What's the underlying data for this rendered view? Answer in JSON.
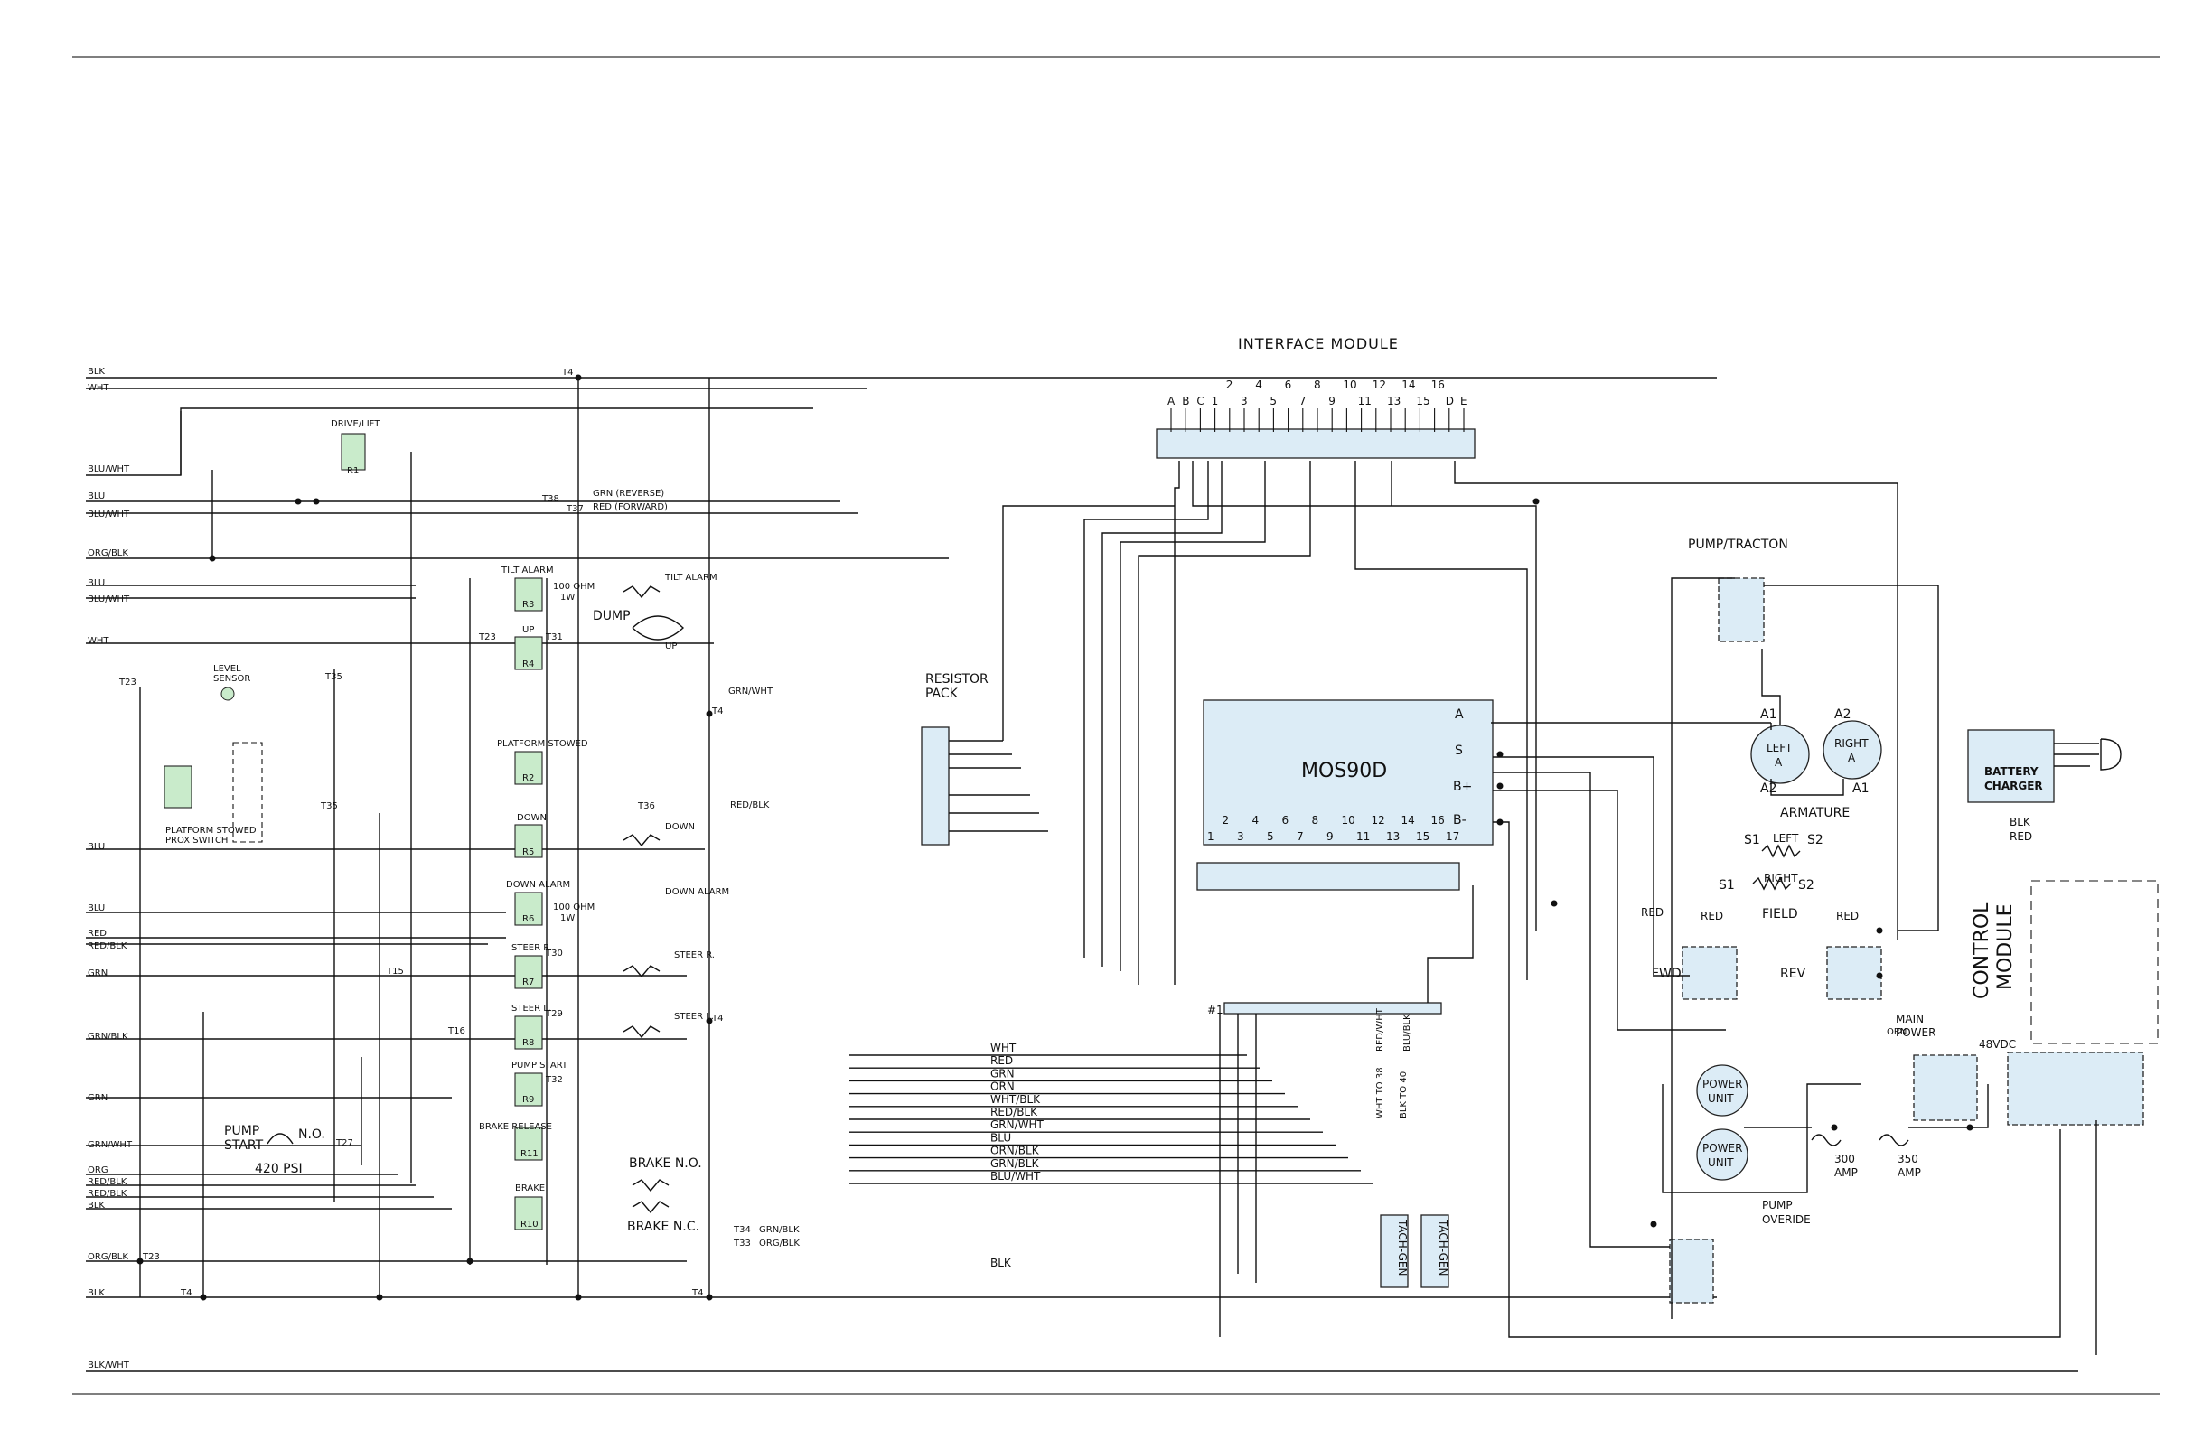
{
  "interface_module": {
    "title": "INTERFACE MODULE",
    "top_labels": [
      "A",
      "B",
      "C",
      "1",
      "2",
      "3",
      "4",
      "5",
      "6",
      "7",
      "8",
      "9",
      "10",
      "11",
      "12",
      "13",
      "14",
      "15",
      "16",
      "D",
      "E"
    ]
  },
  "pump_traction": {
    "title": "PUMP/TRACTON"
  },
  "resistor_pack": {
    "title_line1": "RESISTOR",
    "title_line2": "PACK"
  },
  "controller": {
    "name": "MOS90D",
    "terminals": [
      "A",
      "S",
      "B+",
      "B-"
    ],
    "pins": [
      "1",
      "2",
      "3",
      "4",
      "5",
      "6",
      "7",
      "8",
      "9",
      "10",
      "11",
      "12",
      "13",
      "14",
      "15",
      "16",
      "17"
    ]
  },
  "motors": {
    "left": {
      "t1": "A1",
      "line1": "LEFT",
      "line2": "A",
      "t2": "A2"
    },
    "right": {
      "t1": "A2",
      "line1": "RIGHT",
      "line2": "A",
      "t2": "A1"
    },
    "armature": "ARMATURE"
  },
  "field": {
    "left_label": "LEFT",
    "right_label": "RIGHT",
    "s1": "S1",
    "s2": "S2",
    "title": "FIELD"
  },
  "contactors": {
    "fwd": "FWD",
    "rev": "REV",
    "red": "RED",
    "orn": "ORN"
  },
  "battery_charger": {
    "line1": "BATTERY",
    "line2": "CHARGER",
    "blk": "BLK",
    "red": "RED"
  },
  "control_module": {
    "line1": "CONTROL",
    "line2": "MODULE",
    "voltage": "48VDC"
  },
  "main_power": {
    "line1": "MAIN",
    "line2": "POWER"
  },
  "power_units": [
    {
      "line1": "POWER",
      "line2": "UNIT"
    },
    {
      "line1": "POWER",
      "line2": "UNIT"
    }
  ],
  "fuses": [
    {
      "line1": "300",
      "line2": "AMP"
    },
    {
      "line1": "350",
      "line2": "AMP"
    }
  ],
  "pump_override": {
    "line1": "PUMP",
    "line2": "OVERIDE"
  },
  "tach_gen": [
    "TACH-GEN",
    "TACH-GEN"
  ],
  "connector_17": {
    "label": "#1",
    "wires": [
      "WHT TO 38",
      "BLK TO 40",
      "RED/WHT",
      "BLU/BLK"
    ]
  },
  "harness_labels": [
    "WHT",
    "RED",
    "GRN",
    "ORN",
    "WHT/BLK",
    "RED/BLK",
    "GRN/WHT",
    "BLU",
    "ORN/BLK",
    "GRN/BLK",
    "BLU/WHT"
  ],
  "harness_blk": "BLK",
  "left_edge_wires": [
    "BLK",
    "WHT",
    "BLU/WHT",
    "BLU",
    "BLU/WHT",
    "ORG/BLK",
    "BLU",
    "BLU/WHT",
    "WHT",
    "BLU",
    "BLU",
    "RED",
    "RED/BLK",
    "GRN",
    "GRN/BLK",
    "GRN",
    "GRN/WHT",
    "ORG",
    "RED/BLK",
    "RED/BLK",
    "BLK",
    "ORG/BLK",
    "BLK",
    "BLK/WHT"
  ],
  "relays": [
    {
      "name": "DRIVE/LIFT",
      "id": "R1"
    },
    {
      "name": "TILT ALARM",
      "id": "R3"
    },
    {
      "name": "UP",
      "id": "R4"
    },
    {
      "name": "PLATFORM STOWED",
      "id": "R2"
    },
    {
      "name": "DOWN",
      "id": "R5"
    },
    {
      "name": "DOWN ALARM",
      "id": "R6"
    },
    {
      "name": "STEER R.",
      "id": "R7"
    },
    {
      "name": "STEER L.",
      "id": "R8"
    },
    {
      "name": "PUMP START",
      "id": "R9"
    },
    {
      "name": "BRAKE RELEASE",
      "id": "R11"
    },
    {
      "name": "BRAKE",
      "id": "R10"
    }
  ],
  "devices": {
    "tilt_alarm": "TILT ALARM",
    "dump": "DUMP",
    "up": "UP",
    "down": "DOWN",
    "down_alarm": "DOWN ALARM",
    "steer_r": "STEER R.",
    "steer_l": "STEER L.",
    "brake_no": "BRAKE N.O.",
    "brake_nc": "BRAKE N.C.",
    "resistor_100ohm": "100 OHM",
    "resistor_1w": "1W"
  },
  "level_sensor": {
    "line1": "LEVEL",
    "line2": "SENSOR"
  },
  "platform_prox": {
    "line1": "PLATFORM STOWED",
    "line2": "PROX SWITCH"
  },
  "pump_start_switch": {
    "line1": "PUMP",
    "line2": "START",
    "no": "N.O.",
    "psi": "420 PSI"
  },
  "terminals": [
    "T4",
    "T4",
    "T4",
    "T4",
    "T4",
    "T23",
    "T23",
    "T23",
    "T35",
    "T35",
    "T36",
    "T37",
    "T38",
    "T31",
    "T30",
    "T29",
    "T32",
    "T15",
    "T16",
    "T27",
    "T33",
    "T34"
  ],
  "wire_tags": {
    "grn_reverse": "GRN (REVERSE)",
    "red_forward": "RED (FORWARD)",
    "grn_wht": "GRN/WHT",
    "red_blk": "RED/BLK",
    "grn_blk": "GRN/BLK",
    "org_blk": "ORG/BLK"
  }
}
